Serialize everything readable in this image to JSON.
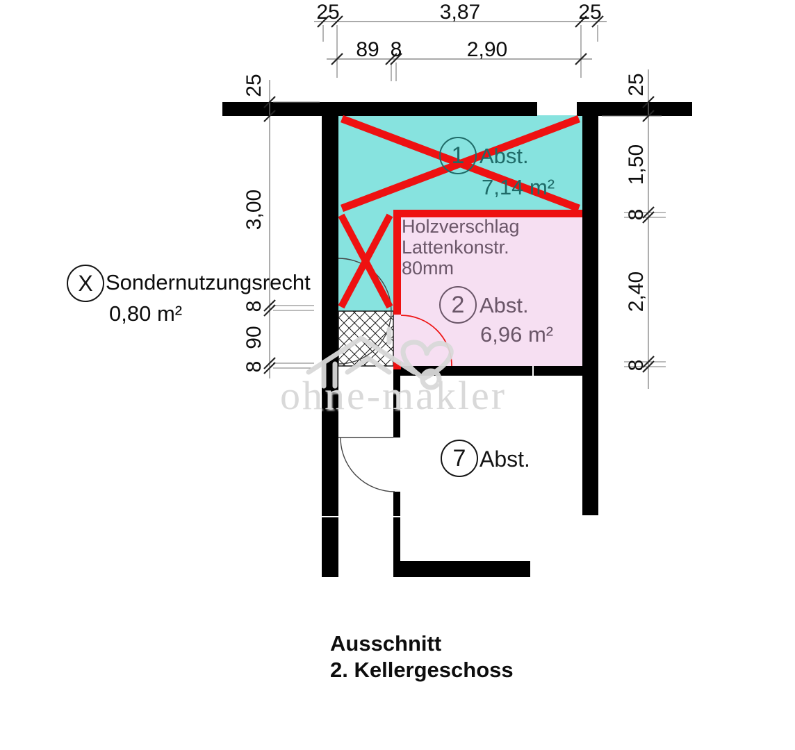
{
  "title": {
    "line1": "Ausschnitt",
    "line2": "2. Kellergeschoss"
  },
  "dimensions": {
    "top_outer": [
      "25",
      "3,87",
      "25"
    ],
    "top_inner": [
      "89",
      "8",
      "2,90"
    ],
    "left": [
      "25",
      "3,00",
      "8",
      "90",
      "8"
    ],
    "right": [
      "25",
      "1,50",
      "8",
      "2,40",
      "8"
    ]
  },
  "rooms": [
    {
      "number": "1",
      "label": "Abst.",
      "area": "7,14 m²"
    },
    {
      "number": "2",
      "label": "Abst.",
      "area": "6,96 m²",
      "notes": [
        "Holzverschlag",
        "Lattenkonstr.",
        "80mm"
      ]
    },
    {
      "number": "7",
      "label": "Abst."
    }
  ],
  "legend": {
    "symbol": "X",
    "label": "Sondernutzungsrecht",
    "area": "0,80 m²"
  },
  "watermark": {
    "text": "ohne-makler"
  },
  "colors": {
    "room1_fill": "#87E3DF",
    "room2_fill": "#F6DFF2",
    "marking_red": "#EE1111",
    "room1_text": "#1F6B68",
    "room2_text": "#6A5668",
    "wall": "#000000"
  }
}
